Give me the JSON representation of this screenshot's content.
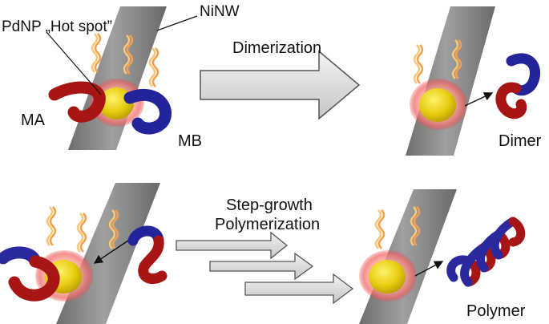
{
  "labels": {
    "pdnp": "PdNP „Hot spot”",
    "ninw": "NiNW",
    "ma": "MA",
    "mb": "MB",
    "dimerization": "Dimerization",
    "dimer": "Dimer",
    "step_growth_1": "Step-growth",
    "step_growth_2": "Polymerization",
    "polymer": "Polymer"
  },
  "colors": {
    "nanowire": "#8a8a8a",
    "nanoparticle": "#e0c800",
    "halo": "#f08080",
    "monomer_a": "#b01818",
    "monomer_b": "#2a2a9e",
    "arrow_fill": "#d8d8d8",
    "heat_wave": "#f0a040"
  },
  "icons": [
    "nanowire",
    "nanoparticle",
    "heat-wave",
    "block-arrow",
    "monomer",
    "dimer",
    "polymer-helix"
  ]
}
